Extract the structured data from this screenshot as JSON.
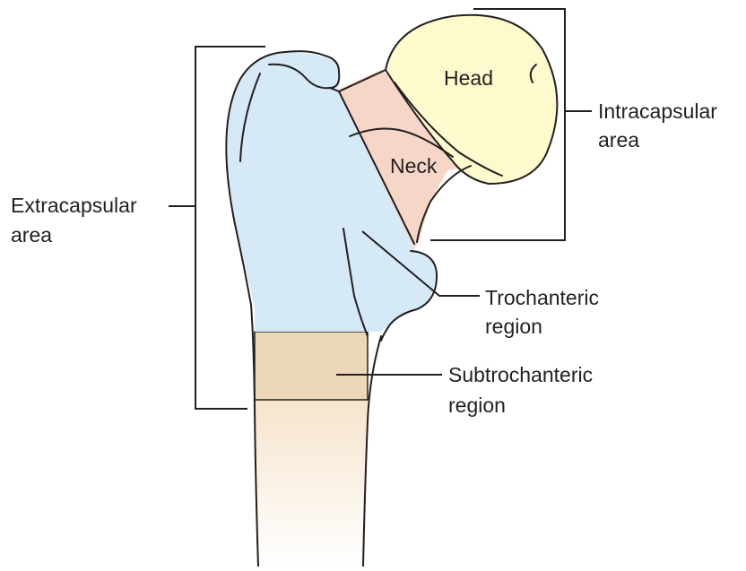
{
  "labels": {
    "head": "Head",
    "neck": "Neck",
    "intracapsular_line1": "Intracapsular",
    "intracapsular_line2": "area",
    "extracapsular_line1": "Extracapsular",
    "extracapsular_line2": "area",
    "trochanteric_line1": "Trochanteric",
    "trochanteric_line2": "region",
    "subtrochanteric_line1": "Subtrochanteric",
    "subtrochanteric_line2": "region"
  },
  "colors": {
    "head": "#fdfbcd",
    "neck": "#f6d6c6",
    "trochanteric": "#d6e9f7",
    "subtrochanteric": "#ecd7b8",
    "shaft_top": "#f6e4cc",
    "shaft_bottom": "#ffffff",
    "outline": "#231f20"
  }
}
